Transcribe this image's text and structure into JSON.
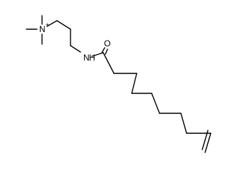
{
  "molecule": {
    "atoms": {
      "ammonium_nitrogen": "N",
      "ammonium_charge": "+",
      "amide_nitrogen": "N",
      "amide_hydrogen": "H",
      "carbonyl_oxygen": "O"
    }
  },
  "colors": {
    "bond": "#000000",
    "text": "#000000",
    "background": "#ffffff"
  }
}
